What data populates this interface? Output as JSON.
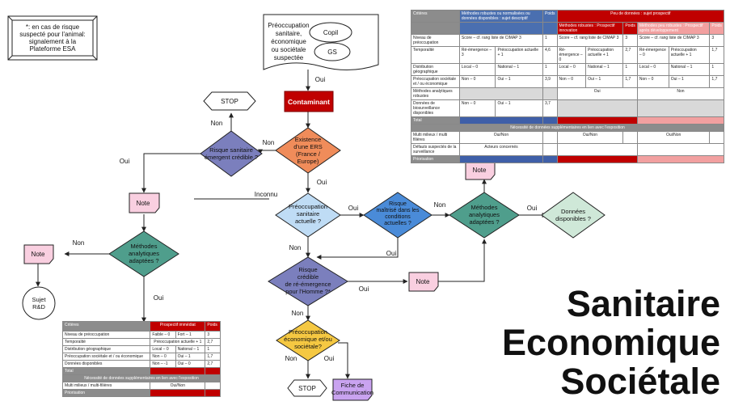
{
  "note_box": [
    "*: en cas de risque",
    "suspecté pour l'animal:",
    "signalement à la",
    "Plateforme ESA"
  ],
  "start": [
    "Préoccupation",
    "sanitaire,",
    "économique",
    "ou sociétale",
    "suspectée"
  ],
  "copil": "Copil",
  "gs": "GS",
  "contaminant": "Contaminant",
  "ers": [
    "Existence",
    "d'une ERS",
    "(France /",
    "Europe)"
  ],
  "risque_emergent": [
    "Risque sanitaire",
    "émergent crédible ?"
  ],
  "preocc_sanitaire": [
    "Préoccupation",
    "sanitaire",
    "actuelle ?"
  ],
  "risque_maitrise": [
    "Risque",
    "maîtrisé dans les",
    "conditions",
    "actuelles ?"
  ],
  "methodes_right": [
    "Méthodes",
    "analytiques",
    "adaptées ?"
  ],
  "donnees": [
    "Données",
    "disponibles ?"
  ],
  "methodes_left": [
    "Méthodes",
    "analytiques",
    "adaptées ?"
  ],
  "reemergence": [
    "Risque",
    "crédible",
    "de ré-émergence",
    "pour l'Homme ?*"
  ],
  "preocc_eco": [
    "Préoccupation",
    "économique et/ou",
    "sociétale?"
  ],
  "fiche": [
    "Fiche de",
    "Communication"
  ],
  "sujet": [
    "Sujet",
    "R&D"
  ],
  "stop": "STOP",
  "note": "Note",
  "labels": {
    "oui": "Oui",
    "non": "Non",
    "inconnu": "Inconnu"
  },
  "big_text": [
    "Sanitaire",
    "Economique",
    "Sociétale"
  ],
  "table_top": {
    "headers": [
      "Critères",
      "Méthodes robustes ou normalisées ou données disponibles : sujet descriptif",
      "Poids",
      "Peu de données : sujet prospectif"
    ],
    "subheaders": [
      "Méthodes robustes : Prospectif innovation",
      "Poids",
      "Méthodes peu robustes : Prospectif après développement",
      "Poids"
    ],
    "rows": [
      [
        "Niveau de préoccupation",
        "Score – cf. rang liste de CIMAP 3",
        "",
        "1",
        "Score – cf. rang liste de CIMAP 3",
        "",
        "3",
        "Score – cf. rang liste de CIMAP 3",
        "",
        "3"
      ],
      [
        "Temporalité",
        "Ré-émergence – 3",
        "Préoccupation actuelle + 1",
        "4,6",
        "Ré-émergence – 0",
        "Préoccupation actuelle + 1",
        "2,7",
        "Ré-émergence – 0",
        "Préoccupation actuelle + 1",
        "1,7"
      ],
      [
        "Distribution géographique",
        "Local – 0",
        "National – 1",
        "1",
        "Local – 0",
        "National – 1",
        "1",
        "Local – 0",
        "National – 1",
        "1"
      ],
      [
        "Préoccupation sociétale et / ou économique",
        "Non – 0",
        "Oui – 1",
        "3,9",
        "Non – 0",
        "Oui – 1",
        "1,7",
        "Non – 0",
        "Oui – 1",
        "1,7"
      ],
      [
        "Méthodes analytiques robustes",
        "",
        "",
        "",
        "Oui",
        "",
        "",
        "Non",
        "",
        ""
      ],
      [
        "Données de biosurveillance disponibles",
        "Non – 0",
        "Oui – 1",
        "3,7",
        "",
        "",
        "",
        "",
        "",
        ""
      ]
    ],
    "total": "Total",
    "band": "Nécessité de données supplémentaires en lien avec l'exposition",
    "rows2": [
      [
        "Multi milieux / multi filières",
        "Oui/Non",
        "",
        "Oui/Non",
        "",
        "Oui/Non",
        ""
      ],
      [
        "Défauts suspectés de la surveillance",
        "Acteurs concernés",
        "",
        "",
        "",
        "",
        ""
      ]
    ],
    "footer": "Priorisation"
  },
  "table_bottom": {
    "headers": [
      "Critères",
      "Prospectif immédiat",
      "Poids"
    ],
    "rows": [
      [
        "Niveau de préoccupation",
        "Faible – 0",
        "Fort – 1",
        "3"
      ],
      [
        "Temporalité",
        "Préoccupation actuelle + 1",
        "",
        "2,7"
      ],
      [
        "Distribution géographique",
        "Local – 0",
        "National – 1",
        "1"
      ],
      [
        "Préoccupation sociétale et / ou économique",
        "Non – 0",
        "Oui – 1",
        "1,7"
      ],
      [
        "Données disponibles",
        "Non – -1",
        "Oui – 0",
        "2,7"
      ]
    ],
    "total": "Total",
    "band": "Nécessité de données supplémentaires en lien avec l'exposition",
    "rows2": [
      [
        "Multi milieux / multi-filières",
        "Oui/Non",
        ""
      ]
    ],
    "footer": "Priorisation"
  },
  "colors": {
    "contaminant": "#c00000",
    "ers": "#f08c5a",
    "risque_emergent": "#7b7fbd",
    "preocc_sanitaire": "#bfdcf5",
    "risque_maitrise": "#4a8bd8",
    "methodes": "#4f9e8c",
    "donnees": "#cfe8d8",
    "note": "#f9cfe0",
    "preocc_eco": "#f5c842",
    "fiche": "#c9a3f0"
  }
}
